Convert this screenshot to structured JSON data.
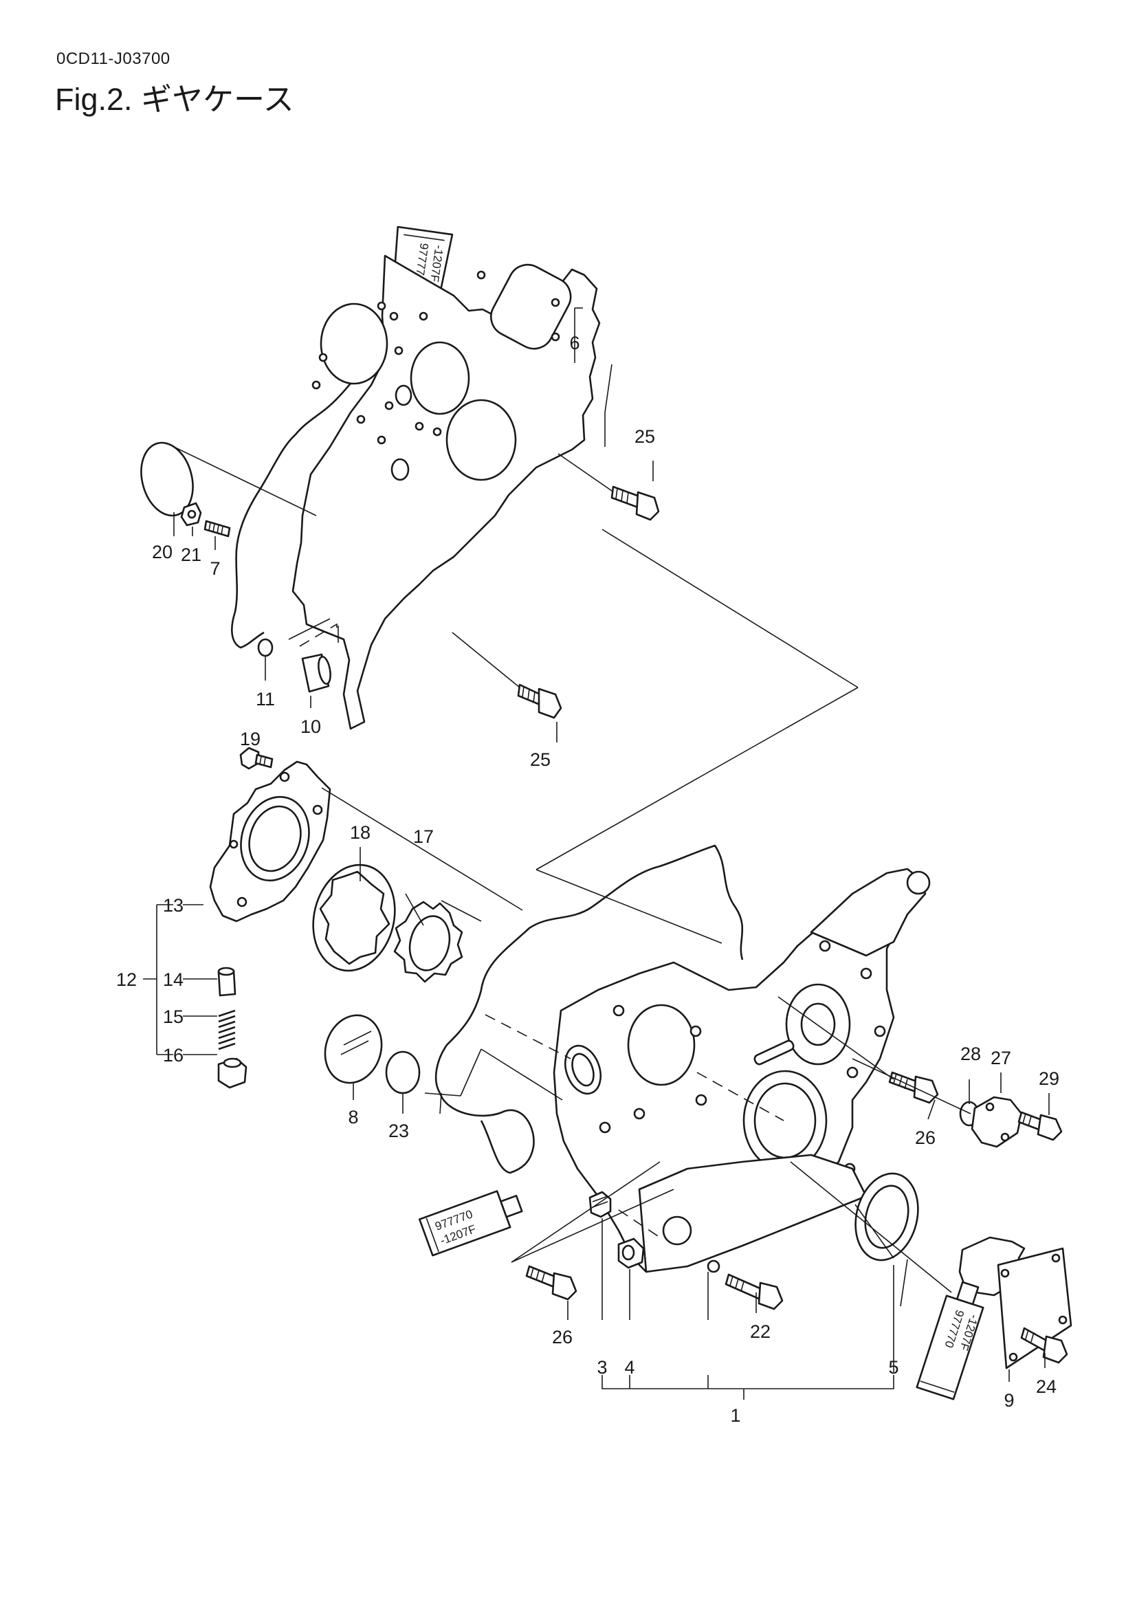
{
  "header": {
    "doc_code": "0CD11-J03700",
    "fig_title": "Fig.2.  ギヤケース"
  },
  "sealant_tubes": [
    {
      "line1": "977770",
      "line2": "-1207F"
    },
    {
      "line1": "977770",
      "line2": "-1207F"
    },
    {
      "line1": "977770",
      "line2": "-1207F"
    }
  ],
  "callouts": [
    {
      "id": "c1",
      "text": "1"
    },
    {
      "id": "c3",
      "text": "3"
    },
    {
      "id": "c4",
      "text": "4"
    },
    {
      "id": "c5",
      "text": "5"
    },
    {
      "id": "c6",
      "text": "6"
    },
    {
      "id": "c7",
      "text": "7"
    },
    {
      "id": "c8",
      "text": "8"
    },
    {
      "id": "c9",
      "text": "9"
    },
    {
      "id": "c10",
      "text": "10"
    },
    {
      "id": "c11",
      "text": "11"
    },
    {
      "id": "c12",
      "text": "12"
    },
    {
      "id": "c13",
      "text": "13"
    },
    {
      "id": "c14",
      "text": "14"
    },
    {
      "id": "c15",
      "text": "15"
    },
    {
      "id": "c16",
      "text": "16"
    },
    {
      "id": "c17",
      "text": "17"
    },
    {
      "id": "c18",
      "text": "18"
    },
    {
      "id": "c19",
      "text": "19"
    },
    {
      "id": "c20",
      "text": "20"
    },
    {
      "id": "c21",
      "text": "21"
    },
    {
      "id": "c22",
      "text": "22"
    },
    {
      "id": "c23",
      "text": "23"
    },
    {
      "id": "c24",
      "text": "24"
    },
    {
      "id": "c25a",
      "text": "25"
    },
    {
      "id": "c25b",
      "text": "25"
    },
    {
      "id": "c26a",
      "text": "26"
    },
    {
      "id": "c26b",
      "text": "26"
    },
    {
      "id": "c27",
      "text": "27"
    },
    {
      "id": "c28",
      "text": "28"
    },
    {
      "id": "c29",
      "text": "29"
    }
  ]
}
